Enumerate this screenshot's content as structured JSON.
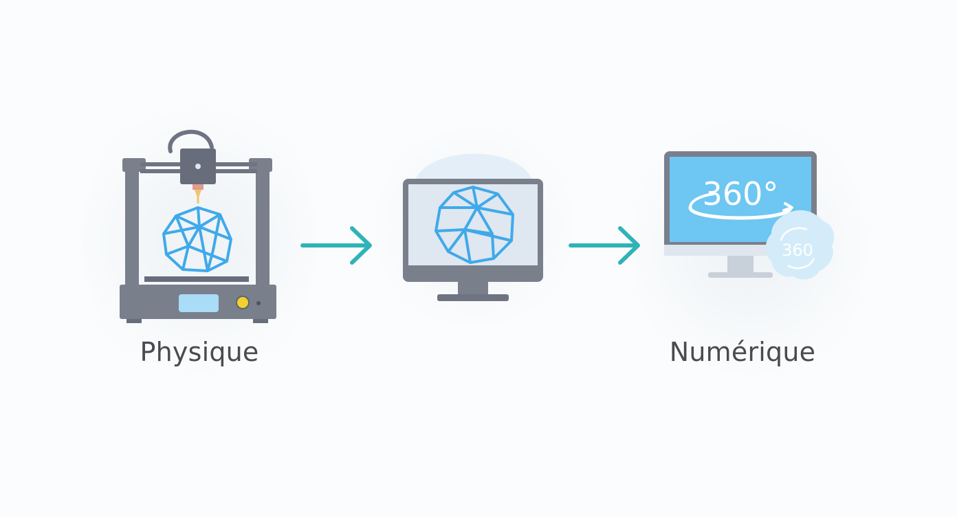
{
  "steps": [
    {
      "id": "physical",
      "label": "Physique",
      "icon": "3d-printer-icon"
    },
    {
      "id": "scan",
      "label": "",
      "icon": "monitor-3d-model-icon"
    },
    {
      "id": "digital",
      "label": "Numérique",
      "icon": "monitor-360-view-icon"
    }
  ],
  "screen_text": {
    "main_360": "360°",
    "badge_360": "360"
  },
  "colors": {
    "frame_gray": "#7a7f8c",
    "mesh_blue": "#3fa9ea",
    "arrow_teal": "#2fb3b8",
    "screen_blue": "#6ec6f2",
    "button_yellow": "#f2d12e"
  }
}
